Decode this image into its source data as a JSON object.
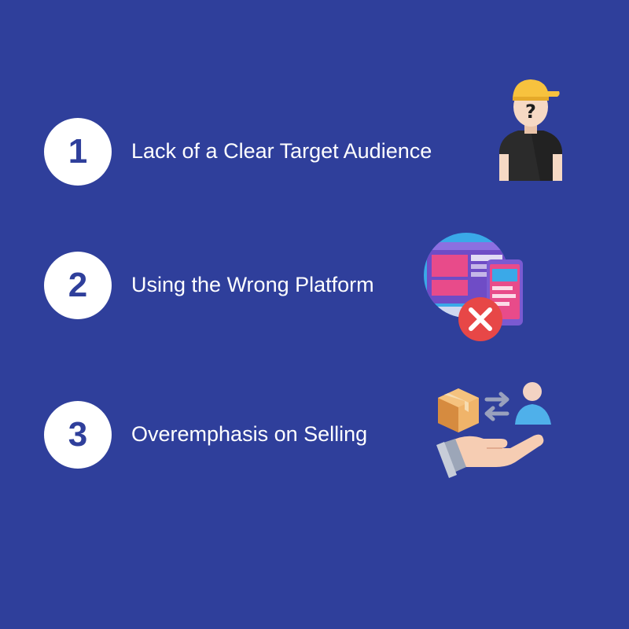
{
  "items": [
    {
      "number": "1",
      "label": "Lack of a Clear Target Audience",
      "icon": "confused-person-icon"
    },
    {
      "number": "2",
      "label": "Using the Wrong Platform",
      "icon": "wrong-platform-icon"
    },
    {
      "number": "3",
      "label": "Overemphasis on Selling",
      "icon": "selling-exchange-icon"
    }
  ],
  "colors": {
    "background": "#2f3f9b",
    "circle": "#ffffff",
    "text": "#ffffff",
    "accent_red": "#e74747"
  }
}
